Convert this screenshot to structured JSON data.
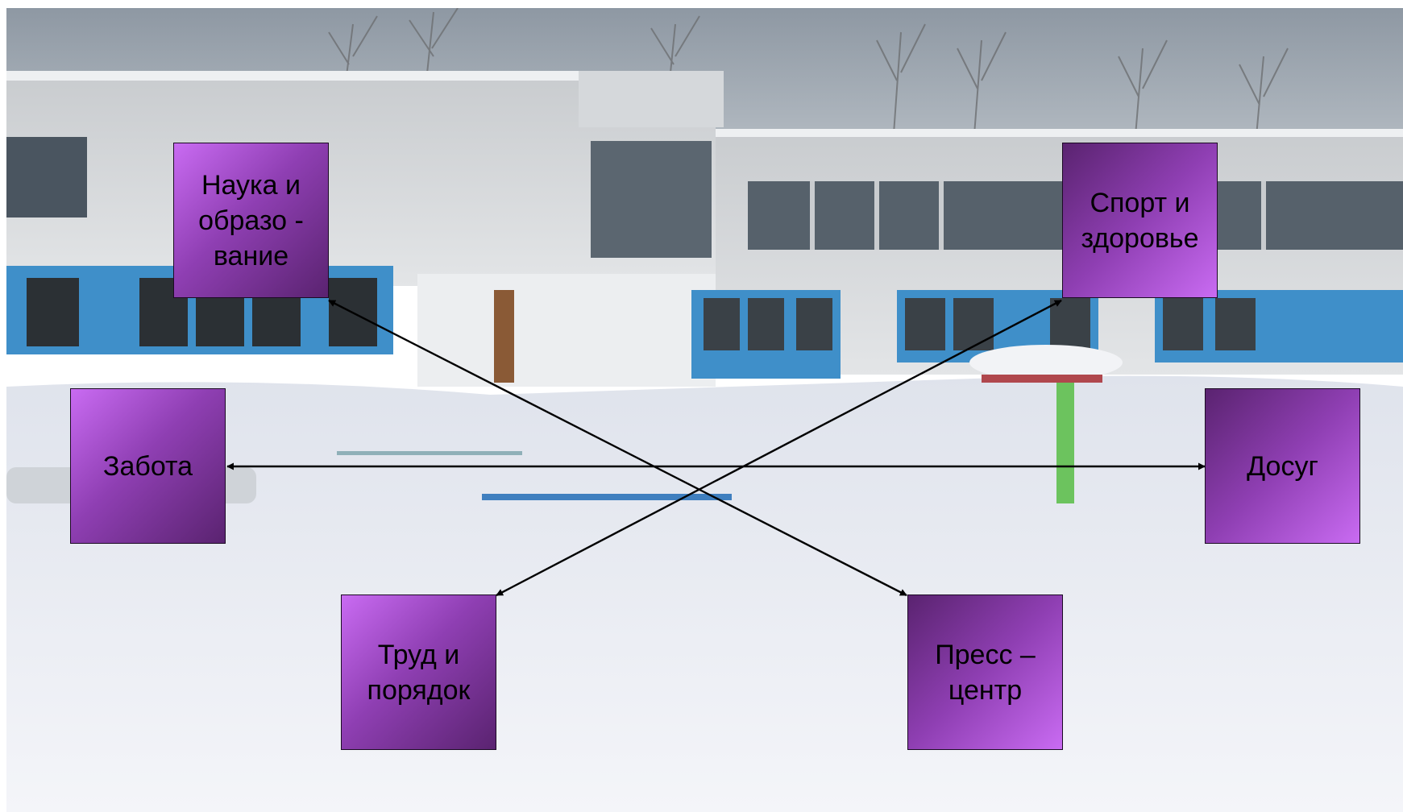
{
  "nodes": {
    "nauka": "Наука и\nобразо -\nвание",
    "sport": "Спорт и\nздоровье",
    "zabota": "Забота",
    "dosug": "Досуг",
    "trud": "Труд и\nпорядок",
    "press": "Пресс –\nцентр"
  },
  "colors": {
    "node_light": "#c96bf2",
    "node_mid": "#8f3fb3",
    "node_dark": "#5a2370",
    "arrow": "#000000"
  }
}
